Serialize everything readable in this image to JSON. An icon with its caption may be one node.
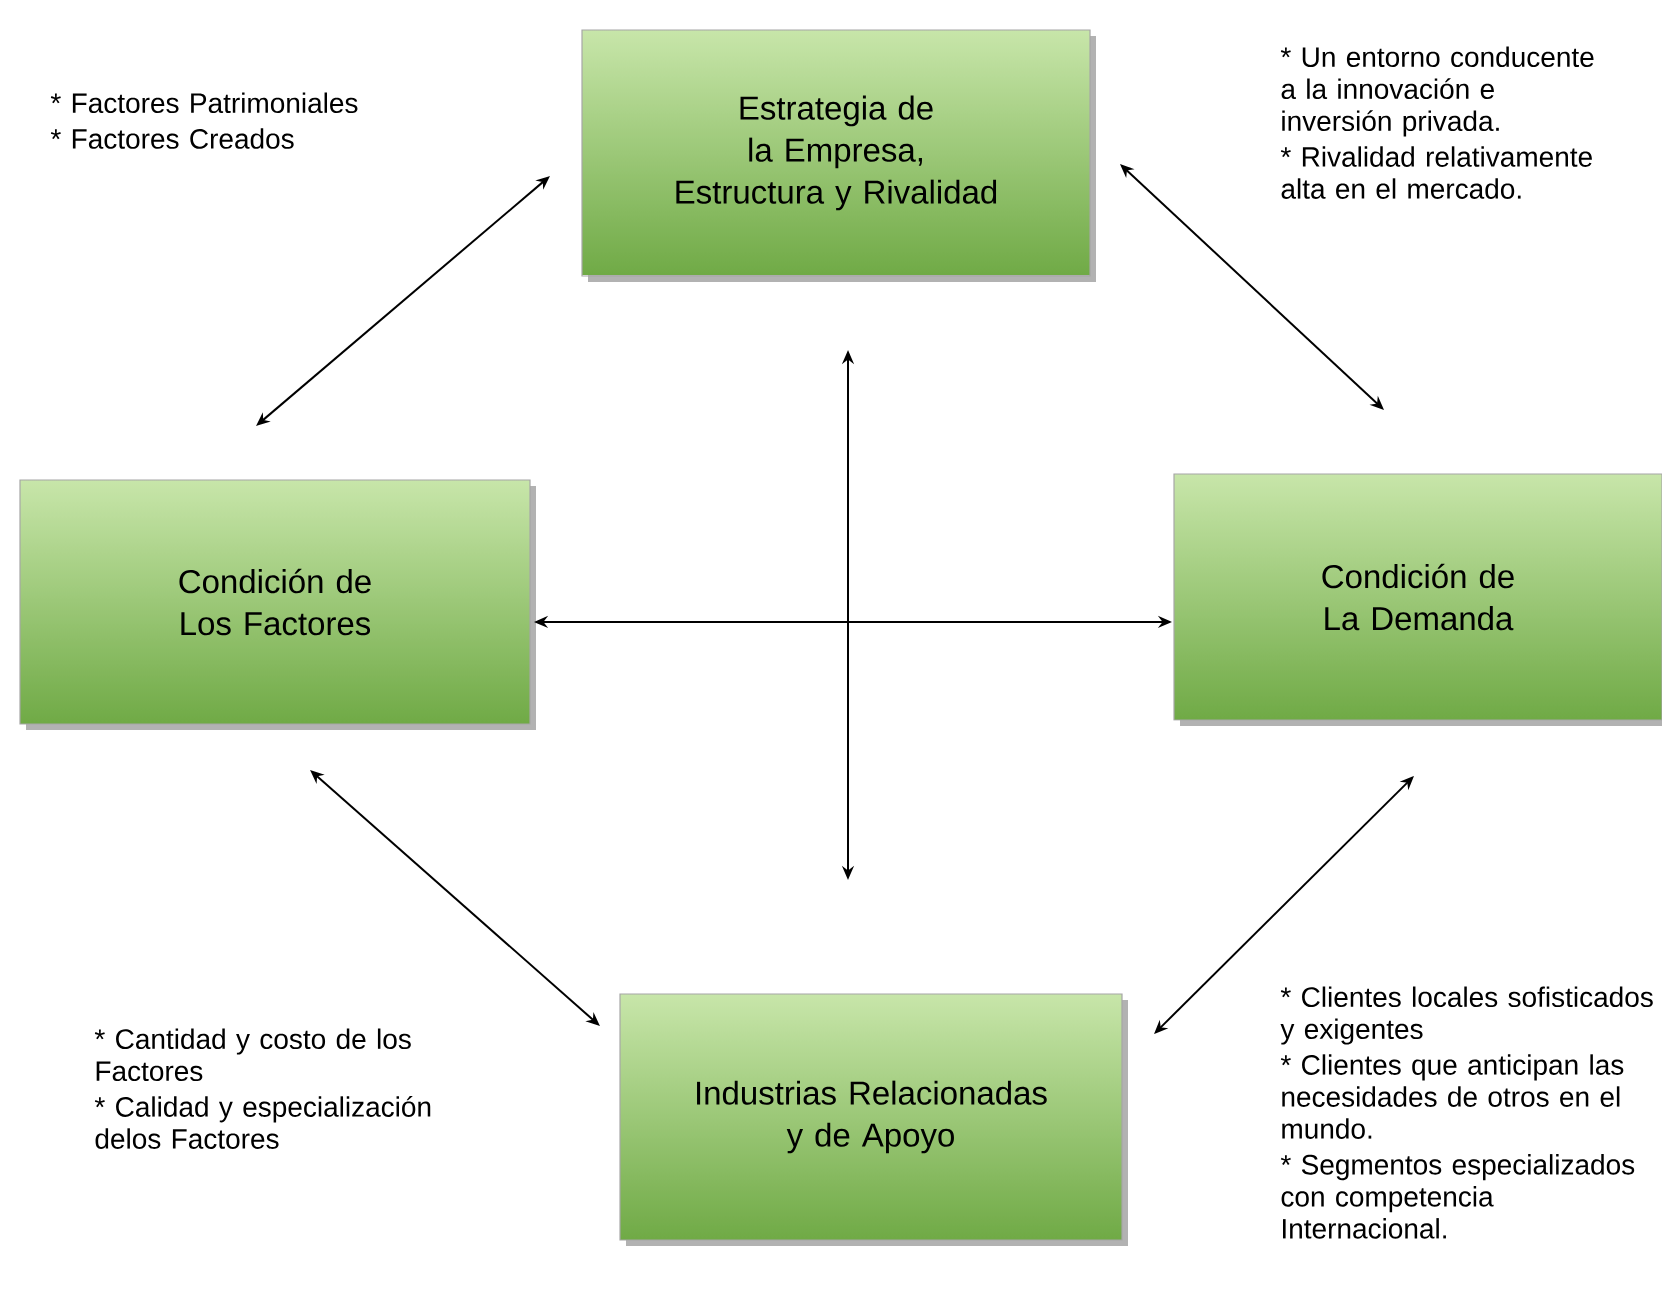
{
  "diagram": {
    "nodes": [
      {
        "text": [
          "Estrategia de la Empresa, Estructura y Rivalidad"
        ]
      },
      {
        "text": [
          "Condición de Los Factores"
        ]
      },
      {
        "text": [
          "Condición de La Demanda"
        ]
      },
      {
        "text": [
          "Industrias Relacionadas y de Apoyo"
        ]
      }
    ],
    "edges": [
      {
        "from": 0,
        "to": 1,
        "arrow": "both"
      },
      {
        "from": 0,
        "to": 2,
        "arrow": "both"
      },
      {
        "from": 1,
        "to": 3,
        "arrow": "both"
      },
      {
        "from": 2,
        "to": 3,
        "arrow": "both"
      },
      {
        "from": 1,
        "to": 2,
        "arrow": "both"
      },
      {
        "from": 0,
        "to": 3,
        "arrow": "both"
      }
    ],
    "labels": [
      "* Factores Patrimoniales",
      "* Factores Creados",
      "* Un entorno conducente a la innovación e inversión privada.",
      "* Rivalidad relativamente alta en el mercado.",
      "* Cantidad y costo de los Factores",
      "* Calidad y especialización delos Factores",
      "* Clientes locales sofisticados y exigentes",
      "* Clientes que anticipan las necesidades de otros en el mundo.",
      "* Segmentos especializados con competencia Internacional."
    ]
  }
}
